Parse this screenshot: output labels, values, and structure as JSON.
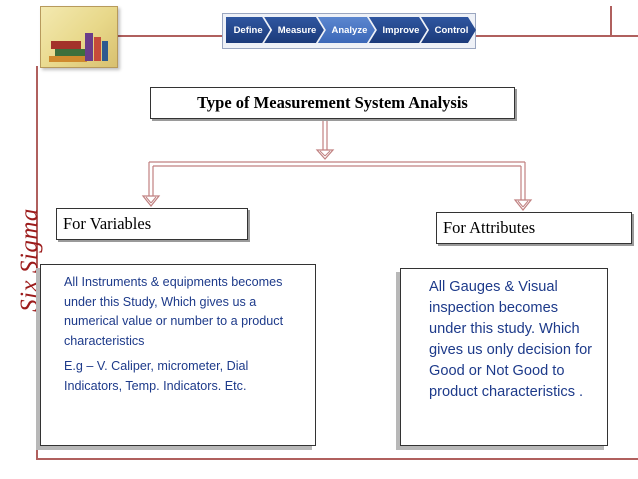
{
  "side_label": "Six Sigma",
  "process_steps": [
    {
      "label": "Define",
      "active": false
    },
    {
      "label": "Measure",
      "active": false
    },
    {
      "label": "Analyze",
      "active": true
    },
    {
      "label": "Improve",
      "active": false
    },
    {
      "label": "Control",
      "active": false
    }
  ],
  "title": "Type of Measurement System Analysis",
  "variables": {
    "heading": "For Variables",
    "description": "All Instruments & equipments becomes under this Study, Which gives us a numerical value or number to a product characteristics",
    "example": "E.g – V. Caliper, micrometer, Dial Indicators, Temp. Indicators. Etc."
  },
  "attributes": {
    "heading": "For Attributes",
    "description": "All Gauges & Visual inspection becomes under this study. Which gives us only decision for Good or Not Good to product characteristics ."
  },
  "colors": {
    "frame": "#b0605e",
    "side_label": "#9c1b1b",
    "body_text": "#1d3a8a",
    "process_bar": "#1b3a7a",
    "process_active": "#3c68b8"
  }
}
